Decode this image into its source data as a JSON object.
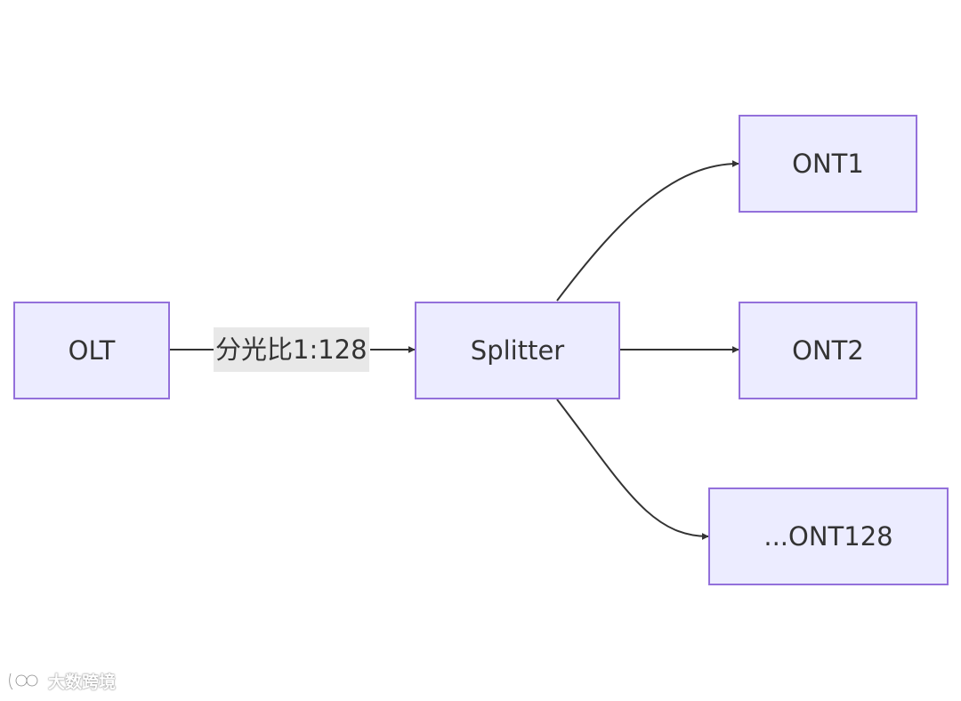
{
  "diagram": {
    "type": "flowchart",
    "direction": "left-to-right",
    "nodes": {
      "olt": "OLT",
      "splitter": "Splitter",
      "ont1": "ONT1",
      "ont2": "ONT2",
      "ont128": "...ONT128"
    },
    "edges": [
      {
        "from": "olt",
        "to": "splitter",
        "label": "分光比1:128"
      },
      {
        "from": "splitter",
        "to": "ont1",
        "label": ""
      },
      {
        "from": "splitter",
        "to": "ont2",
        "label": ""
      },
      {
        "from": "splitter",
        "to": "ont128",
        "label": ""
      }
    ],
    "colors": {
      "node_fill": "#ececff",
      "node_border": "#9370db",
      "edge": "#333333",
      "label_bg": "#e8e8e8"
    }
  },
  "watermark": {
    "text": "大数跨境",
    "icon": "logo-icon"
  }
}
